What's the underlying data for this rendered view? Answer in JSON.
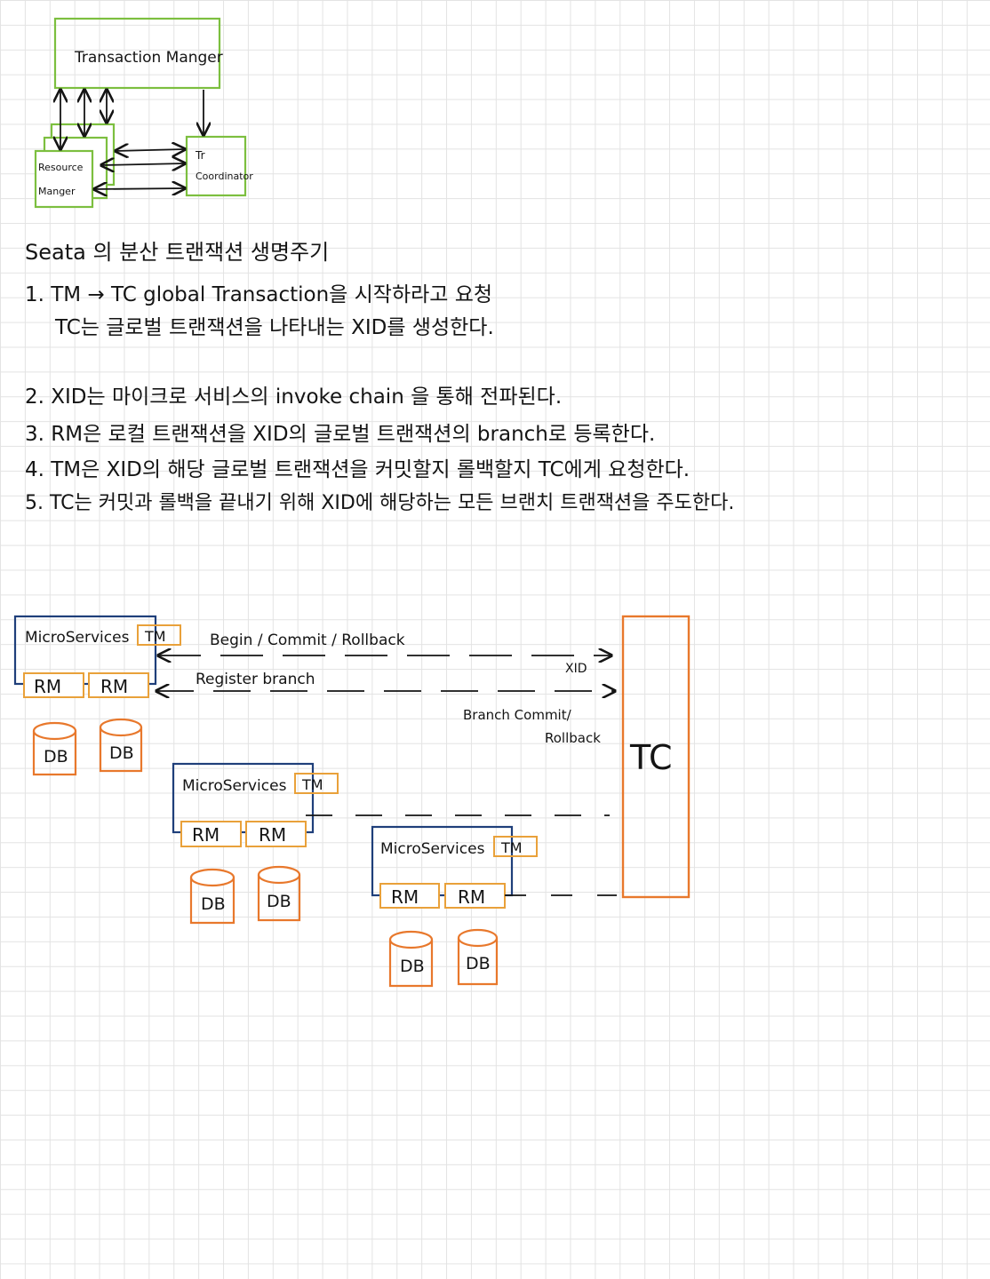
{
  "top_diagram": {
    "tm_label": "Transaction Manger",
    "rm_line1": "Resource",
    "rm_line2": "Manger",
    "tc_line1": "Tr",
    "tc_line2": "Coordinator"
  },
  "notes": {
    "title": "Seata 의 분산 트랜잭션 생명주기",
    "items": [
      "1. TM → TC   global Transaction을 시작하라고 요청",
      "TC는 글로벌 트랜잭션을 나타내는 XID를 생성한다.",
      "2. XID는 마이크로 서비스의 invoke chain 을 통해 전파된다.",
      "3. RM은 로컬 트랜잭션을 XID의 글로벌 트랜잭션의 branch로 등록한다.",
      "4. TM은 XID의 해당 글로벌 트랜잭션을 커밋할지 롤백할지 TC에게 요청한다.",
      "5. TC는 커밋과 롤백을 끝내기 위해 XID에 해당하는 모든 브랜치 트랜잭션을 주도한다."
    ]
  },
  "bottom_diagram": {
    "ms_label": "MicroServices",
    "tm_label": "TM",
    "rm_label": "RM",
    "db_label": "DB",
    "tc_label": "TC",
    "arrow_begin": "Begin / Commit / Rollback",
    "arrow_xid": "XID",
    "arrow_register": "Register branch",
    "arrow_branch_line1": "Branch Commit/",
    "arrow_branch_line2": "Rollback"
  },
  "colors": {
    "green": "#7cbf3f",
    "orange": "#e8782c",
    "tm_orange": "#e9a13a",
    "navy": "#1f3f7a",
    "ink": "#141414"
  }
}
